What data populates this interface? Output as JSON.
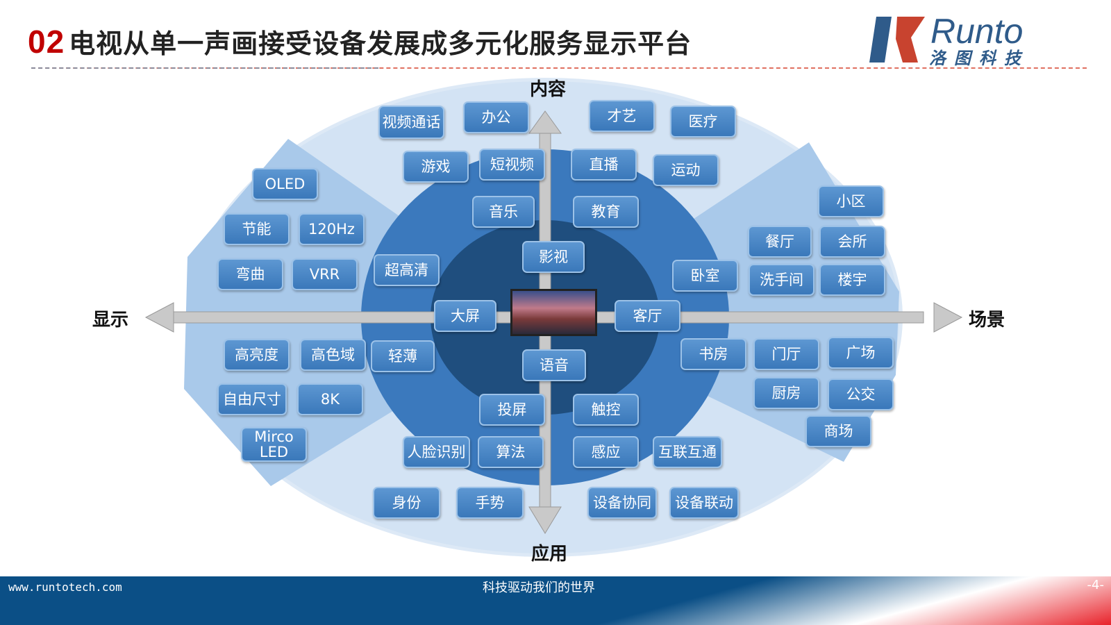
{
  "header": {
    "number": "02",
    "title": "电视从单一声画接受设备发展成多元化服务显示平台"
  },
  "logo": {
    "brand": "Runto",
    "cn": "洛图科技"
  },
  "axes": {
    "top": "内容",
    "left": "显示",
    "right": "场景",
    "bottom": "应用"
  },
  "content": [
    "视频通话",
    "办公",
    "才艺",
    "医疗",
    "游戏",
    "短视频",
    "直播",
    "运动",
    "音乐",
    "教育",
    "影视"
  ],
  "display": [
    "OLED",
    "节能",
    "120Hz",
    "弯曲",
    "VRR",
    "超高清",
    "大屏",
    "高亮度",
    "高色域",
    "轻薄",
    "自由尺寸",
    "8K",
    "Mirco LED"
  ],
  "scene": [
    "小区",
    "餐厅",
    "会所",
    "卧室",
    "洗手间",
    "楼宇",
    "客厅",
    "书房",
    "门厅",
    "广场",
    "厨房",
    "公交",
    "商场"
  ],
  "application": [
    "语音",
    "投屏",
    "触控",
    "人脸识别",
    "算法",
    "感应",
    "互联互通",
    "身份",
    "手势",
    "设备协同",
    "设备联动"
  ],
  "footer": {
    "url": "www.runtotech.com",
    "slogan": "科技驱动我们的世界",
    "page": "-4-"
  }
}
